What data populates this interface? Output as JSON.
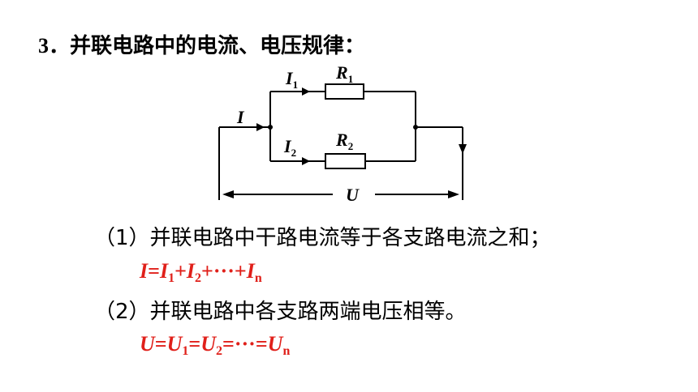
{
  "heading": {
    "number": "3",
    "text": "．并联电路中的电流、电压规律："
  },
  "circuit": {
    "labels": {
      "total_current": "I",
      "branch1_current": "I",
      "branch1_current_sub": "1",
      "resistor1": "R",
      "resistor1_sub": "1",
      "branch2_current": "I",
      "branch2_current_sub": "2",
      "resistor2": "R",
      "resistor2_sub": "2",
      "voltage": "U"
    }
  },
  "points": [
    {
      "text": "（1）并联电路中干路电流等于各支路电流之和；"
    },
    {
      "text": "（2）并联电路中各支路两端电压相等。"
    }
  ],
  "formulas": {
    "current": {
      "lhs": "I",
      "eq": "=",
      "t1": "I",
      "s1": "1",
      "p1": "+",
      "t2": "I",
      "s2": "2",
      "p2": "+···+",
      "t3": "I",
      "s3": "n"
    },
    "voltage": {
      "lhs": "U",
      "eq": "=",
      "t1": "U",
      "s1": "1",
      "e1": "=",
      "t2": "U",
      "s2": "2",
      "e2": "=···=",
      "t3": "U",
      "s3": "n"
    }
  },
  "colors": {
    "formula": "#e0201a"
  }
}
